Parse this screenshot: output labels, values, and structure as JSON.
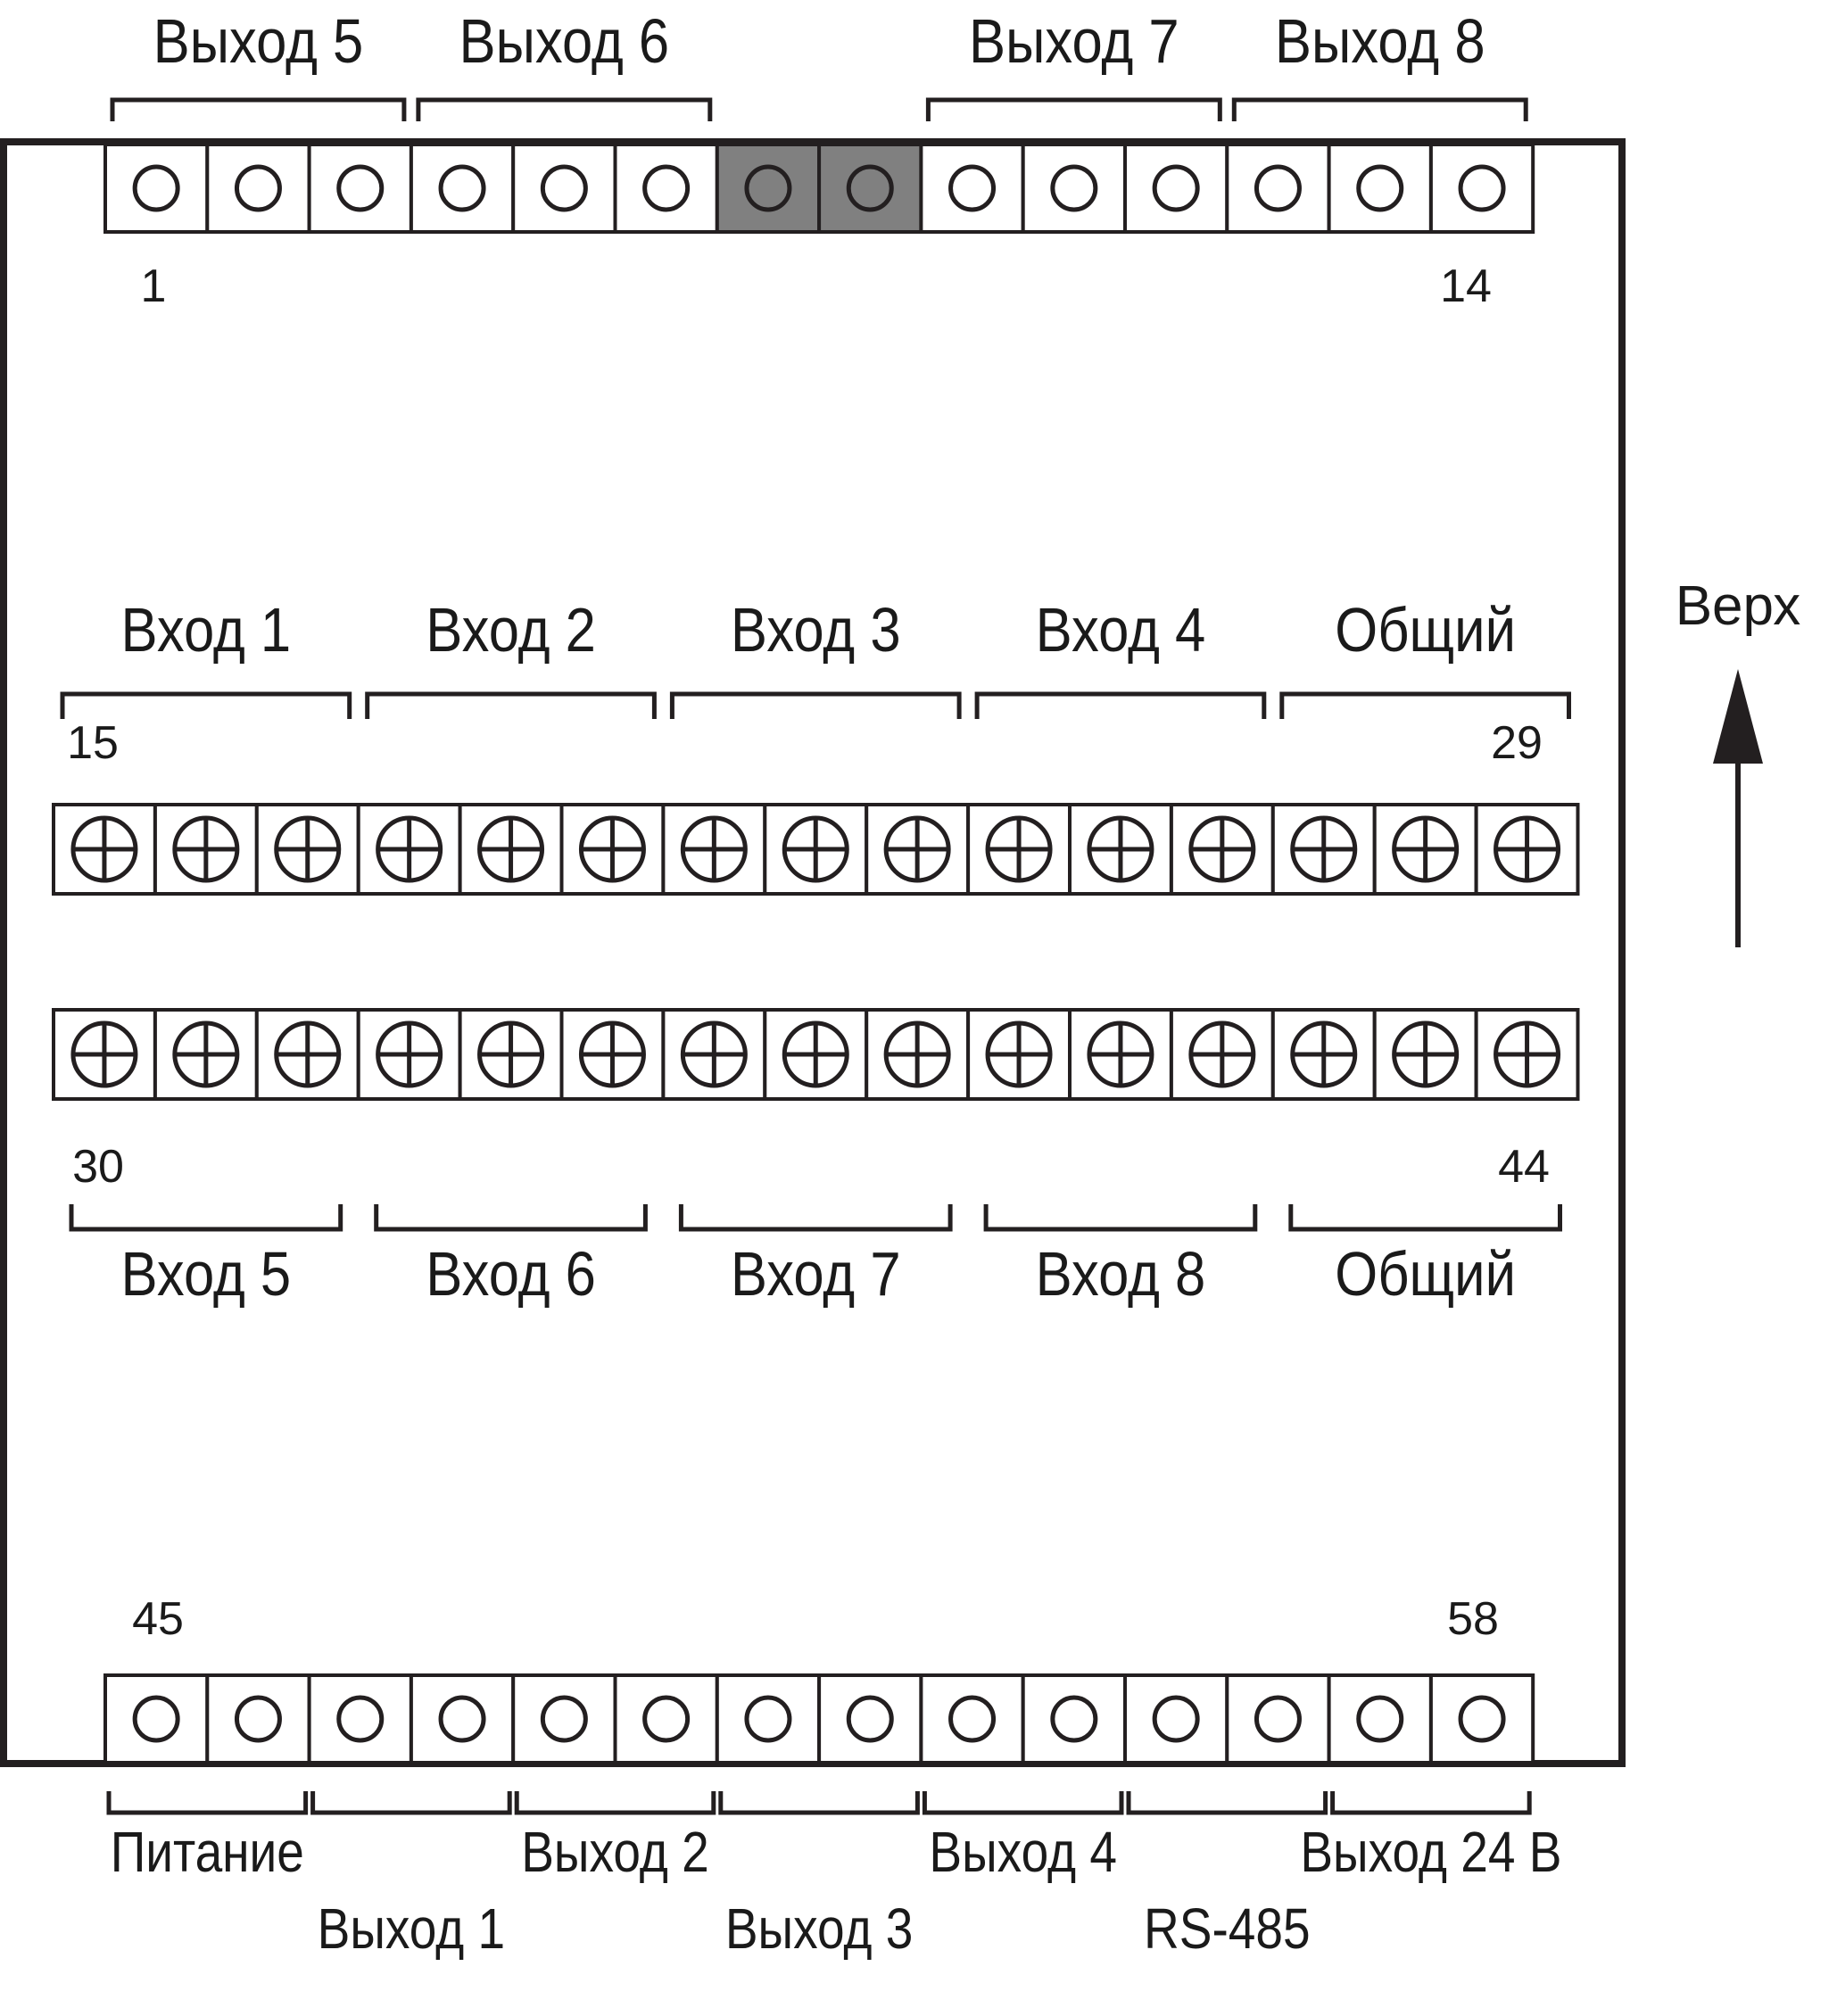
{
  "top_row": {
    "first_number": "1",
    "last_number": "14",
    "groups": [
      {
        "label": "Выход 5",
        "from": 0,
        "to": 2
      },
      {
        "label": "Выход 6",
        "from": 3,
        "to": 5
      },
      {
        "label": "Выход 7",
        "from": 8,
        "to": 10
      },
      {
        "label": "Выход 8",
        "from": 11,
        "to": 13
      }
    ],
    "shaded_terminals": [
      6,
      7
    ]
  },
  "upper_screw_row": {
    "first_number": "15",
    "last_number": "29",
    "groups": [
      {
        "label": "Вход 1",
        "from": 0,
        "to": 2
      },
      {
        "label": "Вход 2",
        "from": 3,
        "to": 5
      },
      {
        "label": "Вход 3",
        "from": 6,
        "to": 8
      },
      {
        "label": "Вход 4",
        "from": 9,
        "to": 11
      },
      {
        "label": "Общий",
        "from": 12,
        "to": 14
      }
    ]
  },
  "lower_screw_row": {
    "first_number": "30",
    "last_number": "44",
    "groups": [
      {
        "label": "Вход 5",
        "from": 0,
        "to": 2
      },
      {
        "label": "Вход 6",
        "from": 3,
        "to": 5
      },
      {
        "label": "Вход 7",
        "from": 6,
        "to": 8
      },
      {
        "label": "Вход 8",
        "from": 9,
        "to": 11
      },
      {
        "label": "Общий",
        "from": 12,
        "to": 14
      }
    ]
  },
  "bottom_row": {
    "first_number": "45",
    "last_number": "58",
    "groups": [
      {
        "label": "Питание",
        "from": 0,
        "to": 1
      },
      {
        "label": "Выход 1",
        "from": 2,
        "to": 3
      },
      {
        "label": "Выход 2",
        "from": 4,
        "to": 5
      },
      {
        "label": "Выход 3",
        "from": 6,
        "to": 7
      },
      {
        "label": "Выход 4",
        "from": 8,
        "to": 9
      },
      {
        "label": "RS-485",
        "from": 10,
        "to": 11
      },
      {
        "label": "Выход 24 В",
        "from": 12,
        "to": 13
      }
    ]
  },
  "orientation": {
    "label": "Верх"
  },
  "colors": {
    "stroke": "#231f20",
    "shaded_terminal": "#808080",
    "background": "#ffffff"
  }
}
